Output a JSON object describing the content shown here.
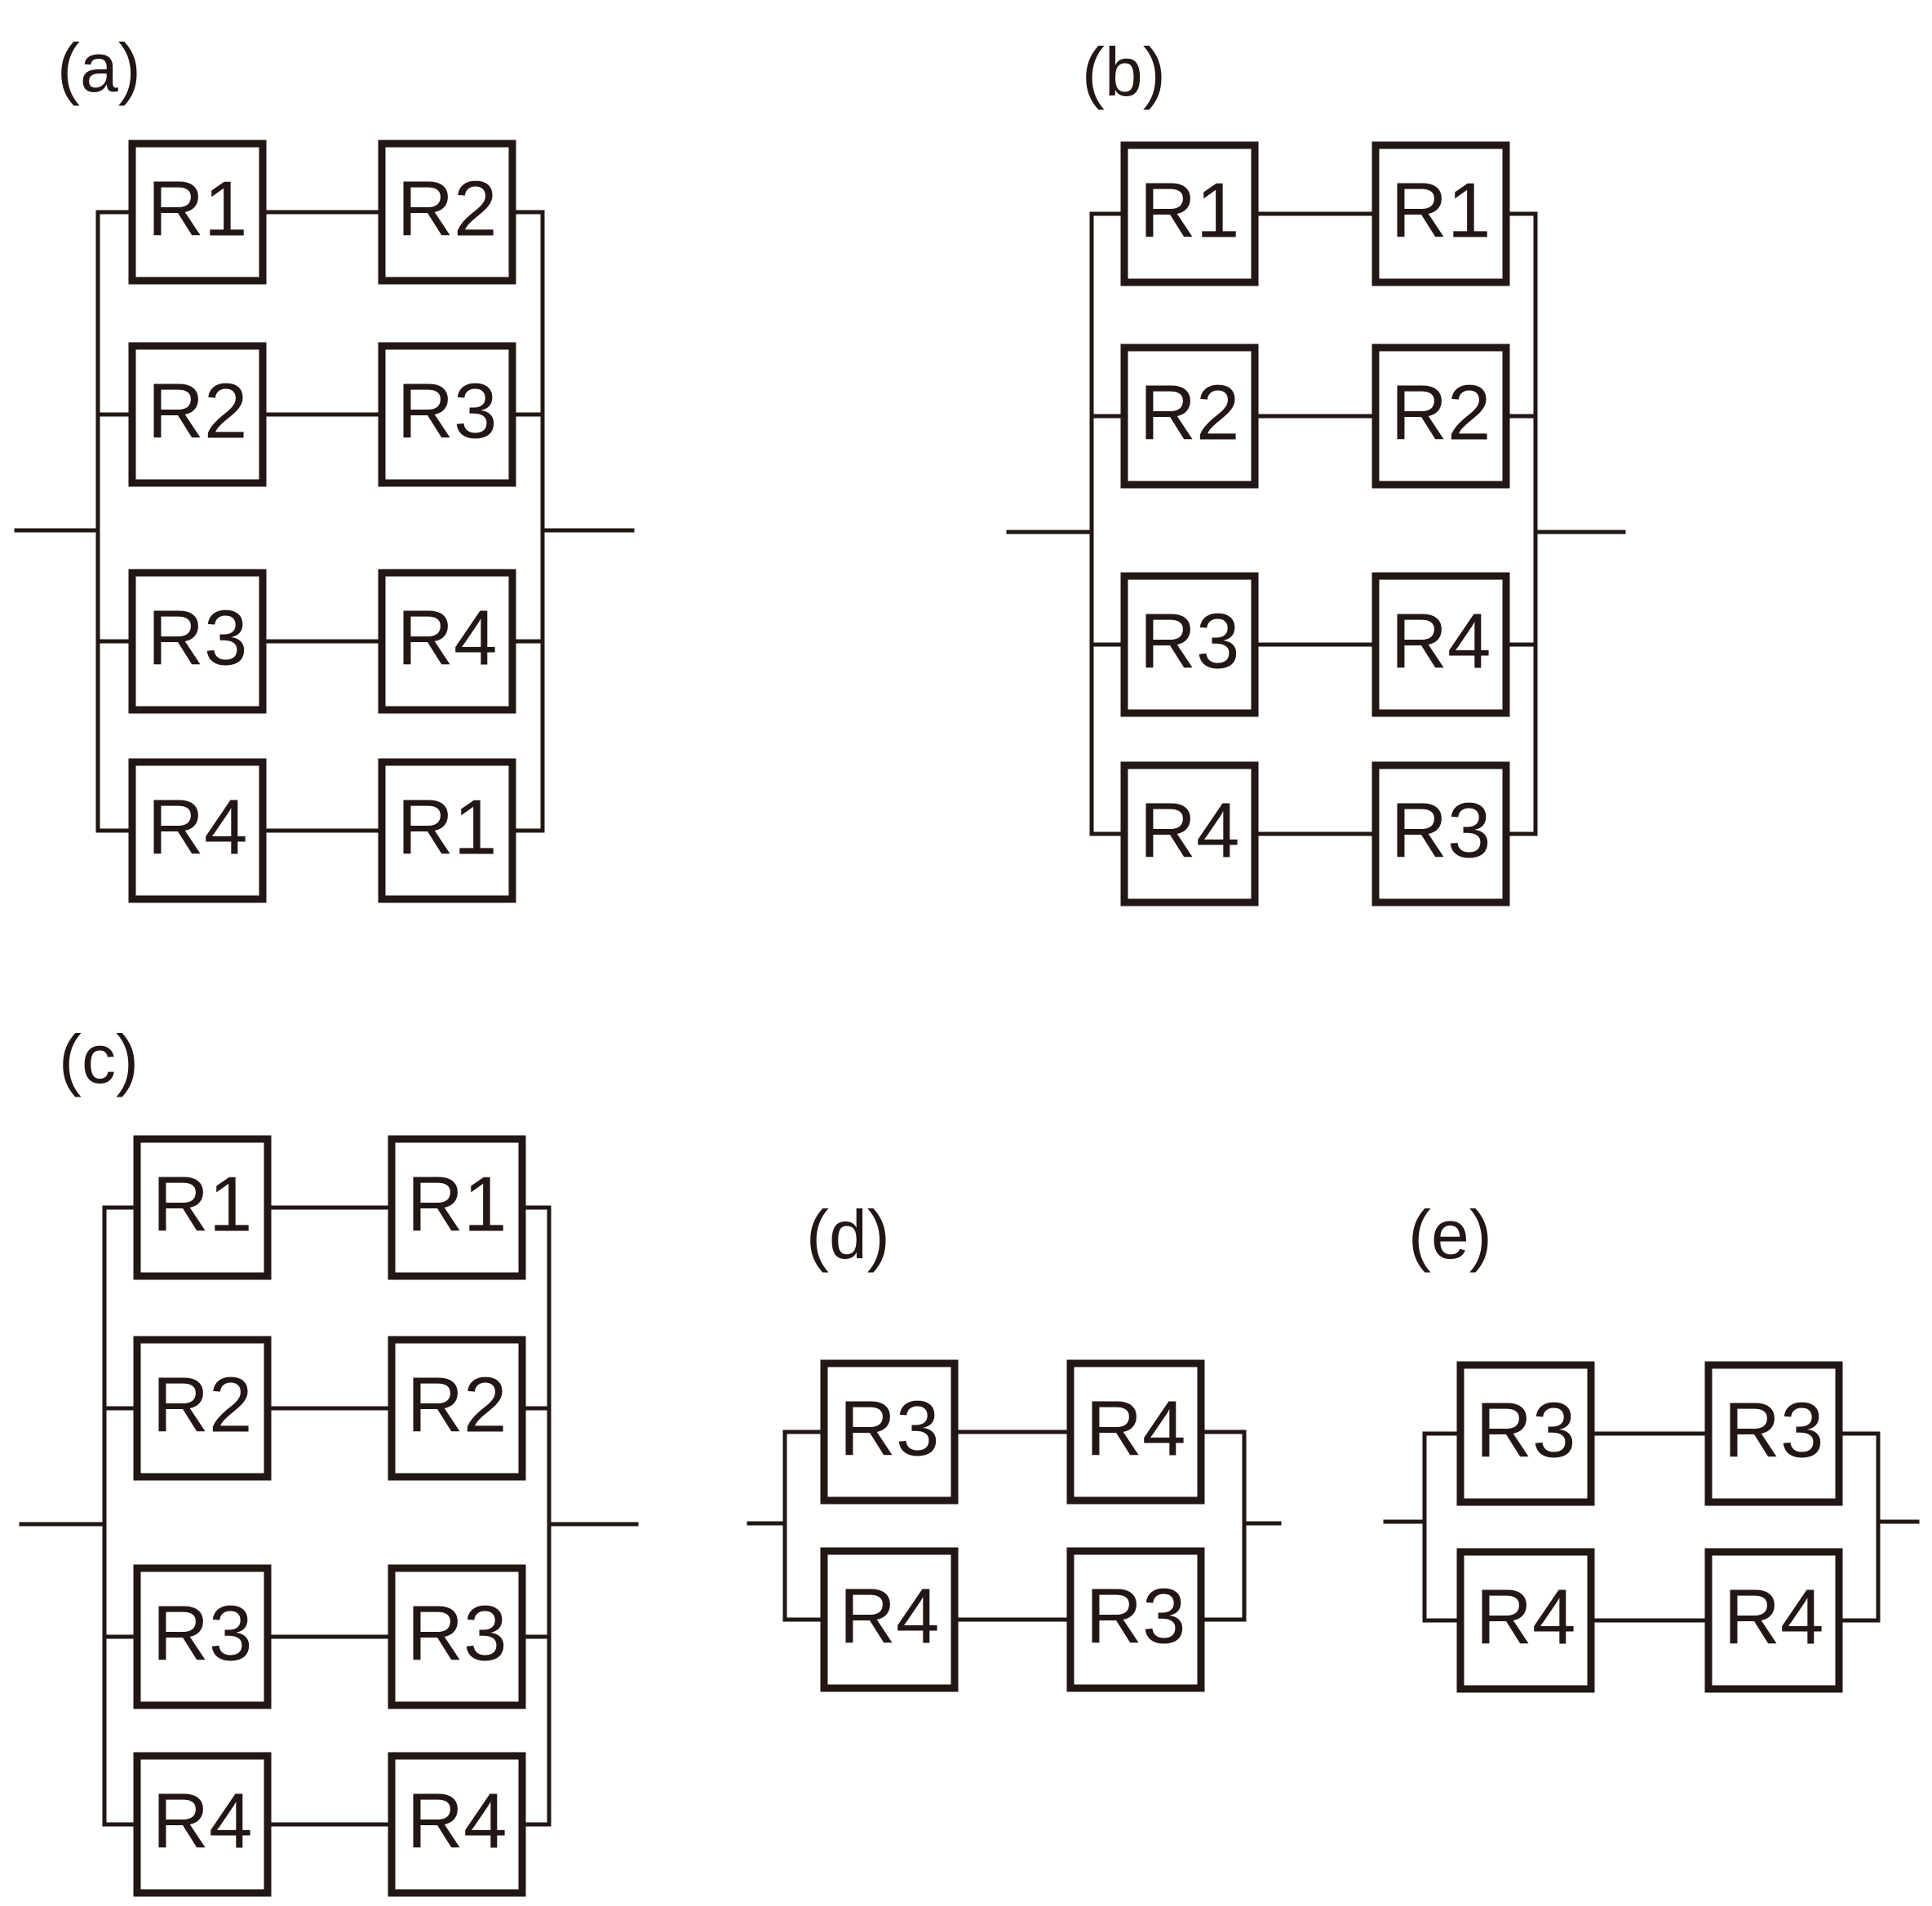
{
  "panels": [
    {
      "label": "(a)",
      "rows": [
        [
          "R1",
          "R2"
        ],
        [
          "R2",
          "R3"
        ],
        [
          "R3",
          "R4"
        ],
        [
          "R4",
          "R1"
        ]
      ]
    },
    {
      "label": "(b)",
      "rows": [
        [
          "R1",
          "R1"
        ],
        [
          "R2",
          "R2"
        ],
        [
          "R3",
          "R4"
        ],
        [
          "R4",
          "R3"
        ]
      ]
    },
    {
      "label": "(c)",
      "rows": [
        [
          "R1",
          "R1"
        ],
        [
          "R2",
          "R2"
        ],
        [
          "R3",
          "R3"
        ],
        [
          "R4",
          "R4"
        ]
      ]
    },
    {
      "label": "(d)",
      "rows": [
        [
          "R3",
          "R4"
        ],
        [
          "R4",
          "R3"
        ]
      ]
    },
    {
      "label": "(e)",
      "rows": [
        [
          "R3",
          "R3"
        ],
        [
          "R4",
          "R4"
        ]
      ]
    }
  ],
  "colors": {
    "line": "#221714",
    "background": "#ffffff"
  }
}
